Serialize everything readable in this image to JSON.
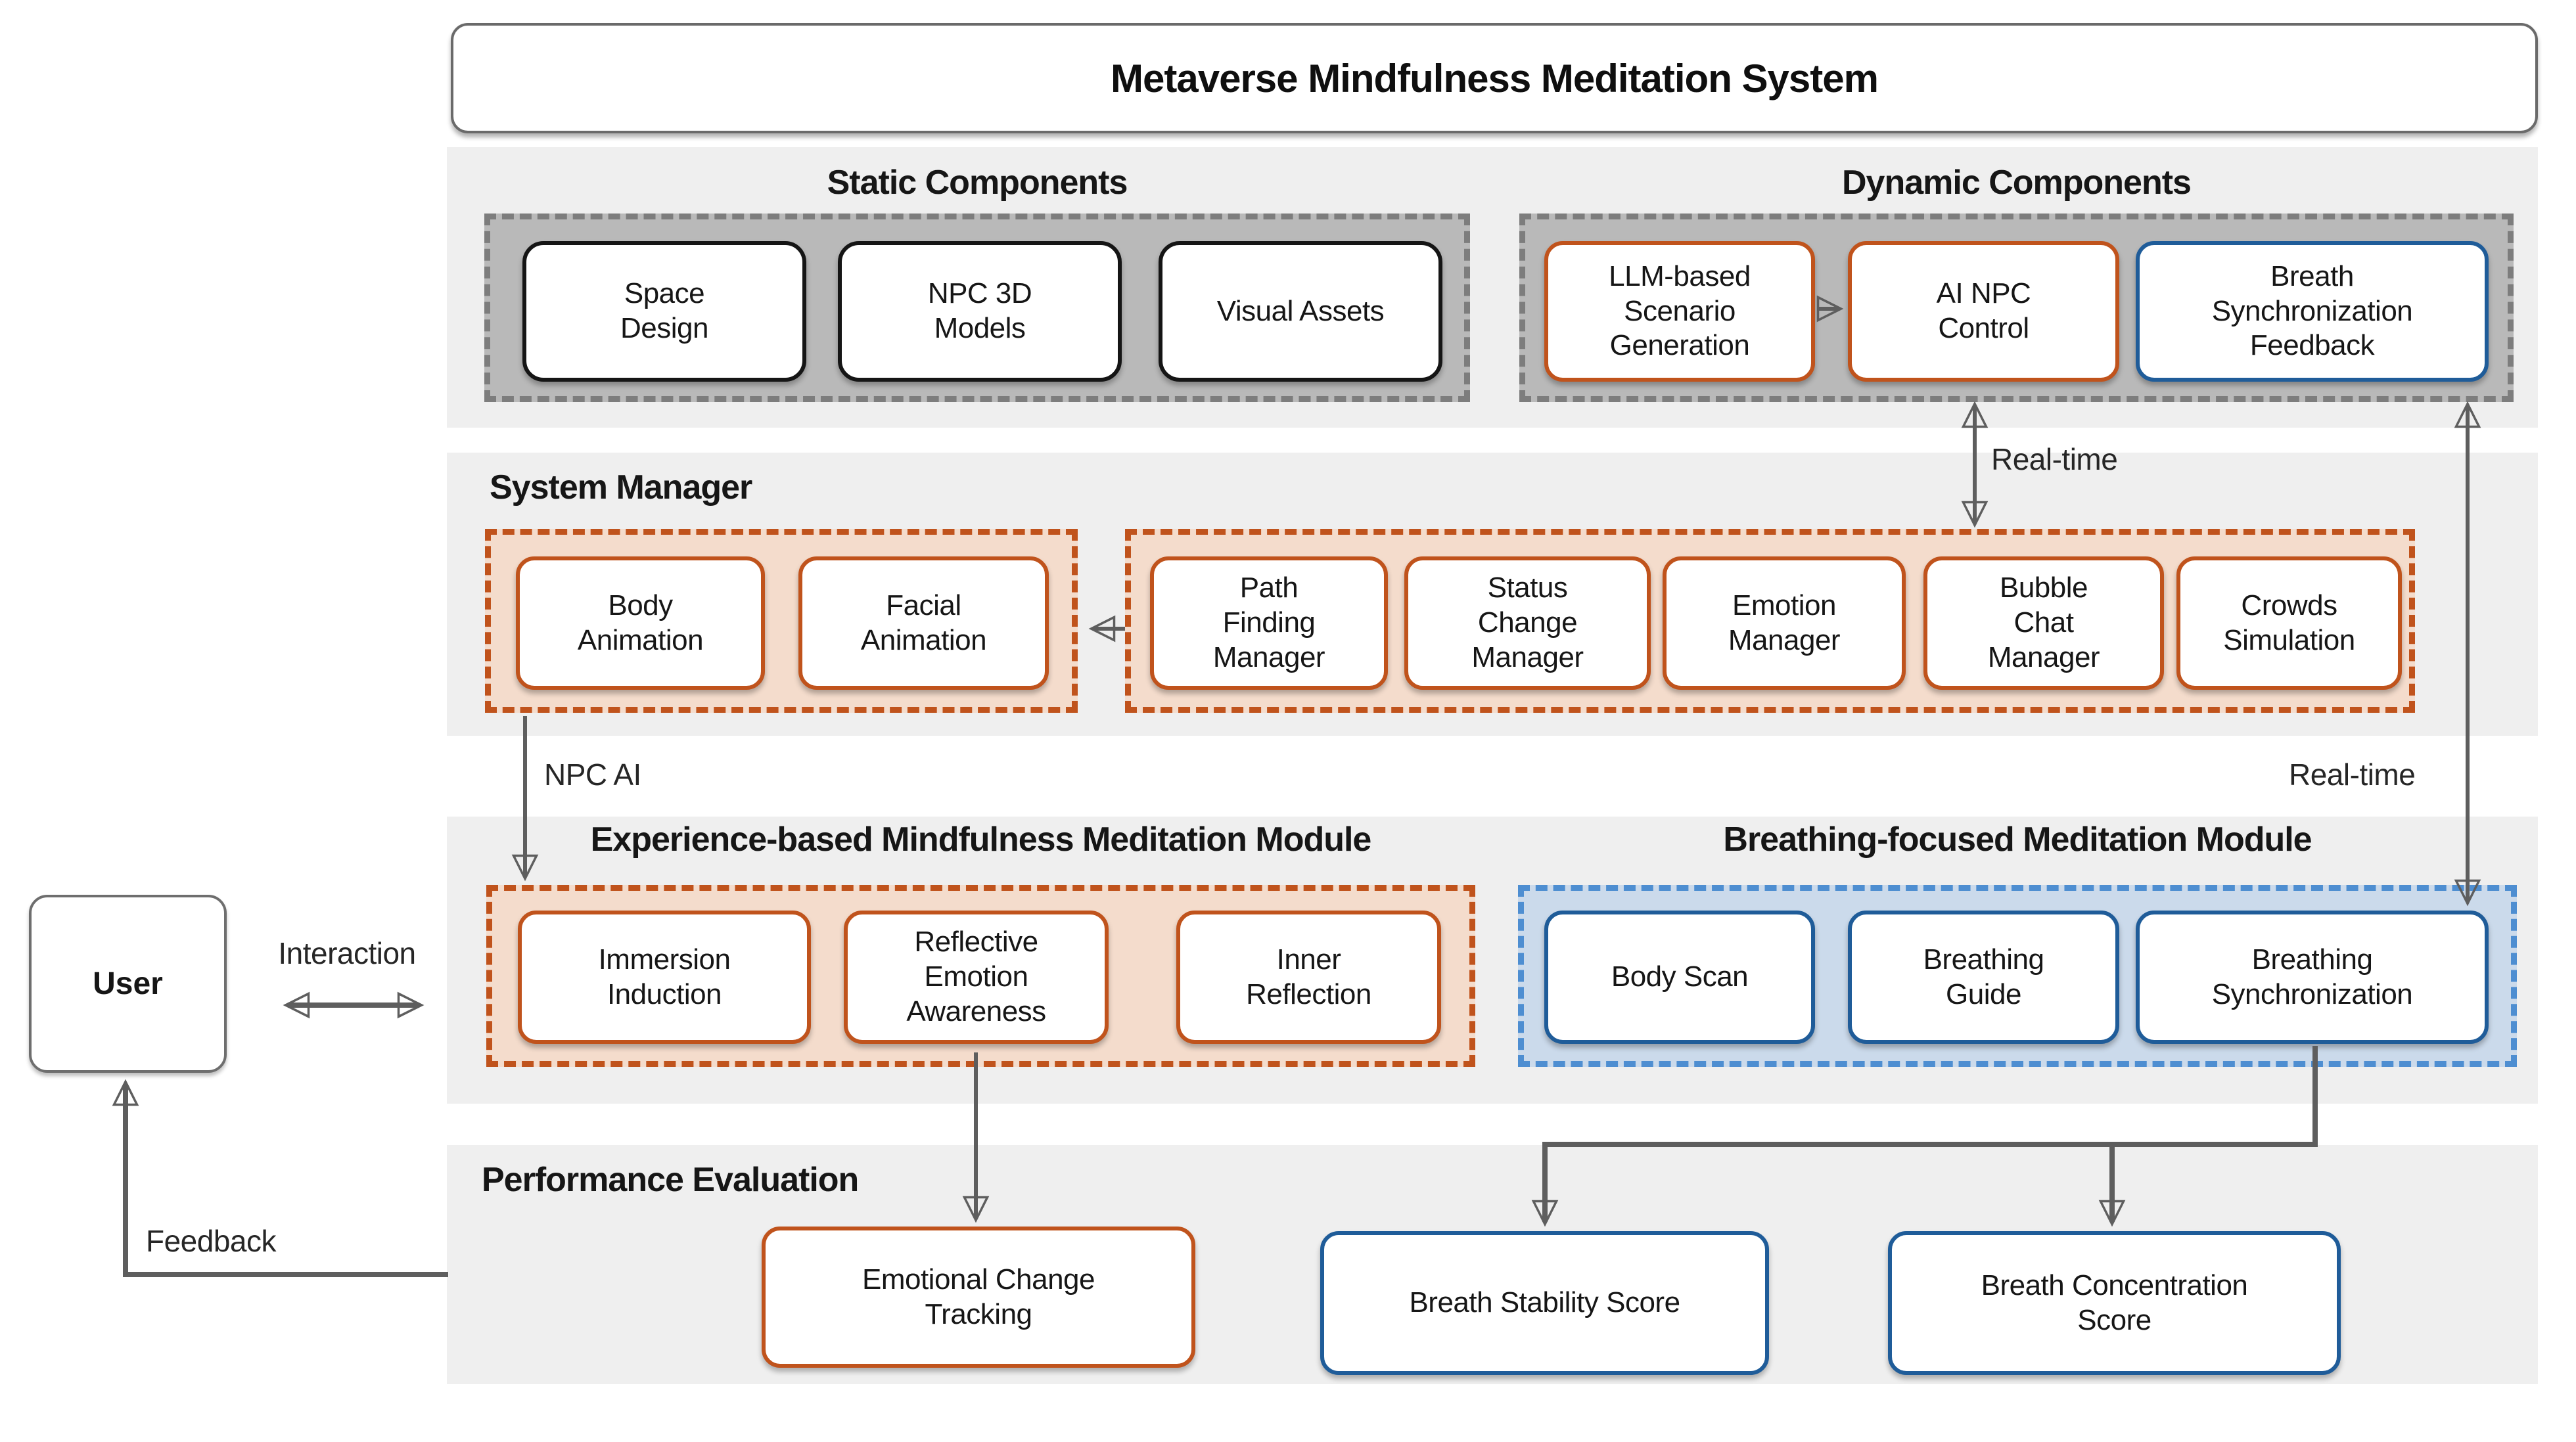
{
  "title": "Metaverse Mindfulness Meditation System",
  "colors": {
    "panel_gray": "#EFEFEF",
    "container_gray_fill": "#B9B9B9",
    "container_gray_dash": "#7D7D7D",
    "accent_orange": "#C0531C",
    "orange_container_fill": "#F4DCCC",
    "accent_blue_border": "#1F5C99",
    "accent_blue_dash": "#4E8ED1",
    "blue_container_fill": "#CBDAEB",
    "node_black_border": "#151515",
    "arrow_gray": "#5E5E5E",
    "text": "#161616"
  },
  "components": {
    "static": {
      "heading": "Static Components",
      "boxes": [
        [
          "Space",
          "Design"
        ],
        [
          "NPC 3D",
          "Models"
        ],
        [
          "Visual Assets"
        ]
      ]
    },
    "dynamic": {
      "heading": "Dynamic Components",
      "boxes": [
        [
          "LLM-based",
          "Scenario",
          "Generation"
        ],
        [
          "AI NPC",
          "Control"
        ],
        [
          "Breath",
          "Synchronization",
          "Feedback"
        ]
      ]
    }
  },
  "system_manager": {
    "heading": "System Manager",
    "animation_group": [
      [
        "Body",
        "Animation"
      ],
      [
        "Facial",
        "Animation"
      ]
    ],
    "manager_group": [
      [
        "Path",
        "Finding",
        "Manager"
      ],
      [
        "Status",
        "Change",
        "Manager"
      ],
      [
        "Emotion",
        "Manager"
      ],
      [
        "Bubble",
        "Chat",
        "Manager"
      ],
      [
        "Crowds",
        "Simulation"
      ]
    ]
  },
  "experience_module": {
    "heading": "Experience-based Mindfulness Meditation Module",
    "boxes": [
      [
        "Immersion",
        "Induction"
      ],
      [
        "Reflective",
        "Emotion",
        "Awareness"
      ],
      [
        "Inner",
        "Reflection"
      ]
    ]
  },
  "breathing_module": {
    "heading": "Breathing-focused Meditation Module",
    "boxes": [
      [
        "Body Scan"
      ],
      [
        "Breathing",
        "Guide"
      ],
      [
        "Breathing",
        "Synchronization"
      ]
    ]
  },
  "performance": {
    "heading": "Performance Evaluation",
    "boxes": [
      [
        "Emotional Change",
        "Tracking"
      ],
      [
        "Breath Stability Score"
      ],
      [
        "Breath Concentration",
        "Score"
      ]
    ]
  },
  "user": {
    "label": "User"
  },
  "labels": {
    "interaction": "Interaction",
    "feedback": "Feedback",
    "npc_ai": "NPC AI",
    "realtime_top": "Real-time",
    "realtime_right": "Real-time"
  },
  "edges": [
    {
      "from": "LLM-based Scenario Generation",
      "to": "AI NPC Control",
      "type": "arrow"
    },
    {
      "from": "AI NPC Control",
      "to": "System Manager manager group",
      "type": "double-arrow",
      "label": "Real-time"
    },
    {
      "from": "Breath Synchronization Feedback",
      "to": "Breathing Synchronization",
      "type": "double-arrow",
      "label": "Real-time"
    },
    {
      "from": "Manager group",
      "to": "Animation group",
      "type": "arrow"
    },
    {
      "from": "Animation group",
      "to": "Experience-based Mindfulness Meditation Module",
      "type": "arrow",
      "label": "NPC AI"
    },
    {
      "from": "User",
      "to": "Experience-based Mindfulness Meditation Module",
      "type": "double-arrow",
      "label": "Interaction"
    },
    {
      "from": "Reflective Emotion Awareness",
      "to": "Emotional Change Tracking",
      "type": "arrow"
    },
    {
      "from": "Breathing Synchronization",
      "to": "Breath Stability Score",
      "type": "arrow"
    },
    {
      "from": "Breathing Synchronization",
      "to": "Breath Concentration Score",
      "type": "arrow"
    },
    {
      "from": "Performance Evaluation",
      "to": "User",
      "type": "arrow",
      "label": "Feedback"
    }
  ]
}
